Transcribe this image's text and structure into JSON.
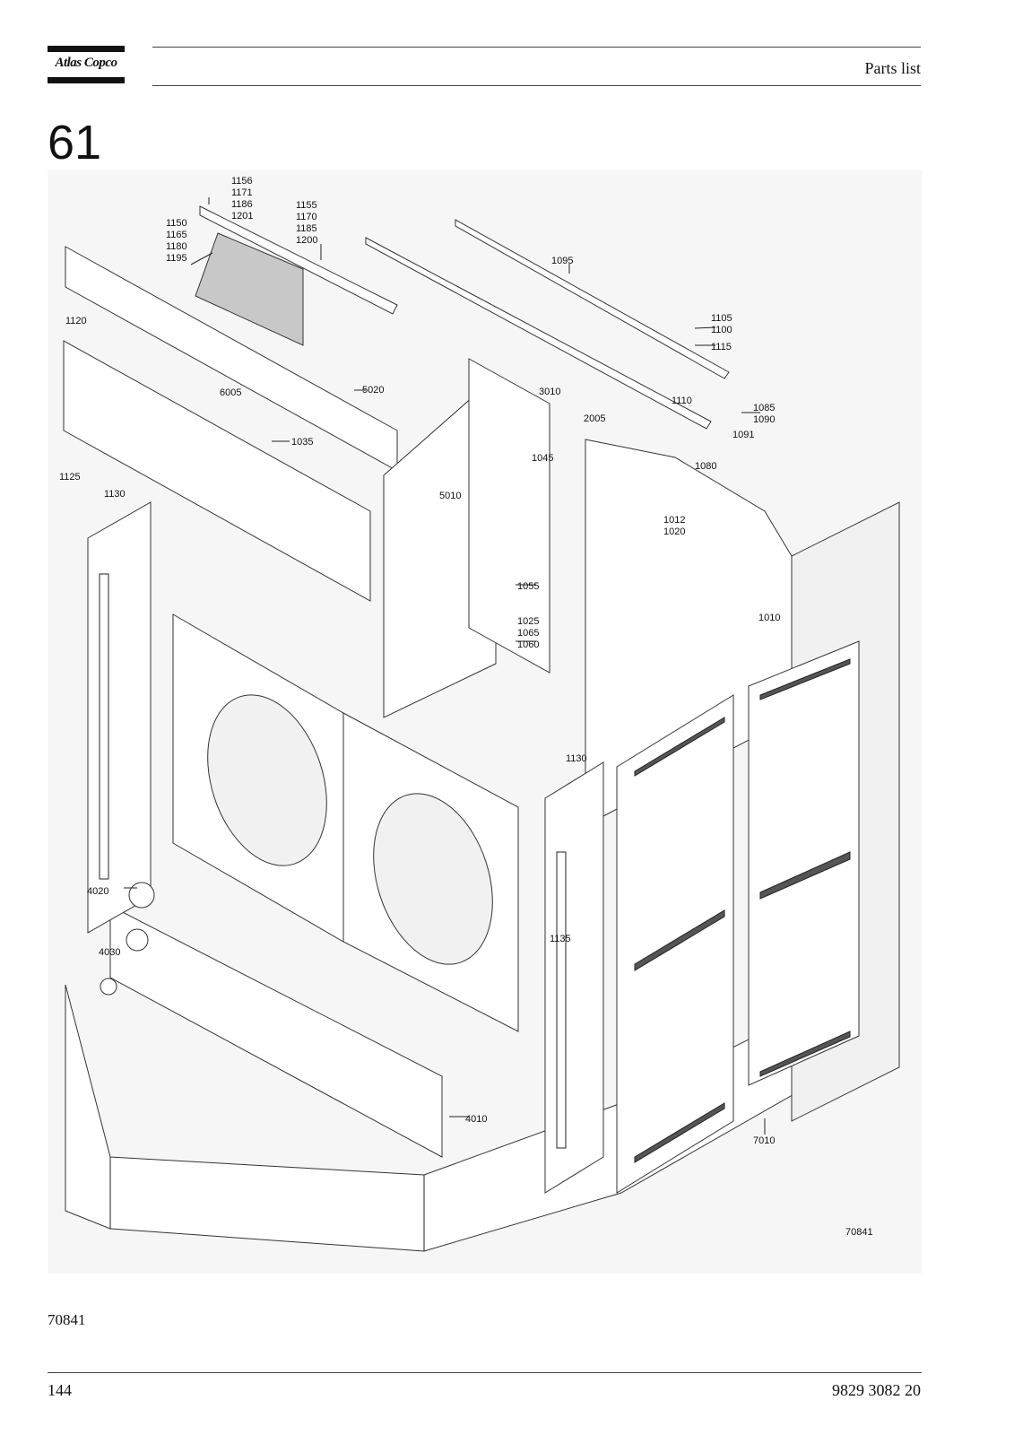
{
  "header": {
    "brand": "Atlas Copco",
    "title": "Parts list"
  },
  "section": {
    "number": "61"
  },
  "figure": {
    "drawing_id": "70841",
    "callouts": [
      {
        "id": "c-1156",
        "text": "1156"
      },
      {
        "id": "c-1171",
        "text": "1171"
      },
      {
        "id": "c-1186",
        "text": "1186"
      },
      {
        "id": "c-1201",
        "text": "1201"
      },
      {
        "id": "c-1155",
        "text": "1155"
      },
      {
        "id": "c-1170",
        "text": "1170"
      },
      {
        "id": "c-1185",
        "text": "1185"
      },
      {
        "id": "c-1200",
        "text": "1200"
      },
      {
        "id": "c-1150",
        "text": "1150"
      },
      {
        "id": "c-1165",
        "text": "1165"
      },
      {
        "id": "c-1180",
        "text": "1180"
      },
      {
        "id": "c-1195",
        "text": "1195"
      },
      {
        "id": "c-1095",
        "text": "1095"
      },
      {
        "id": "c-1105",
        "text": "1105"
      },
      {
        "id": "c-1100",
        "text": "1100"
      },
      {
        "id": "c-1115",
        "text": "1115"
      },
      {
        "id": "c-1120",
        "text": "1120"
      },
      {
        "id": "c-1110",
        "text": "1110"
      },
      {
        "id": "c-1085",
        "text": "1085"
      },
      {
        "id": "c-1090",
        "text": "1090"
      },
      {
        "id": "c-1091",
        "text": "1091"
      },
      {
        "id": "c-6005",
        "text": "6005"
      },
      {
        "id": "c-5020",
        "text": "5020"
      },
      {
        "id": "c-3010",
        "text": "3010"
      },
      {
        "id": "c-2005",
        "text": "2005"
      },
      {
        "id": "c-1035",
        "text": "1035"
      },
      {
        "id": "c-1080",
        "text": "1080"
      },
      {
        "id": "c-1045",
        "text": "1045"
      },
      {
        "id": "c-1125",
        "text": "1125"
      },
      {
        "id": "c-5010",
        "text": "5010"
      },
      {
        "id": "c-1130a",
        "text": "1130"
      },
      {
        "id": "c-1012",
        "text": "1012"
      },
      {
        "id": "c-1020",
        "text": "1020"
      },
      {
        "id": "c-1055",
        "text": "1055"
      },
      {
        "id": "c-1025",
        "text": "1025"
      },
      {
        "id": "c-1065",
        "text": "1065"
      },
      {
        "id": "c-1060",
        "text": "1060"
      },
      {
        "id": "c-1010",
        "text": "1010"
      },
      {
        "id": "c-1130b",
        "text": "1130"
      },
      {
        "id": "c-4020",
        "text": "4020"
      },
      {
        "id": "c-1135",
        "text": "1135"
      },
      {
        "id": "c-4030",
        "text": "4030"
      },
      {
        "id": "c-4010",
        "text": "4010"
      },
      {
        "id": "c-7010",
        "text": "7010"
      },
      {
        "id": "c-70841",
        "text": "70841"
      }
    ]
  },
  "caption": "70841",
  "footer": {
    "page_number": "144",
    "doc_number": "9829 3082 20"
  }
}
